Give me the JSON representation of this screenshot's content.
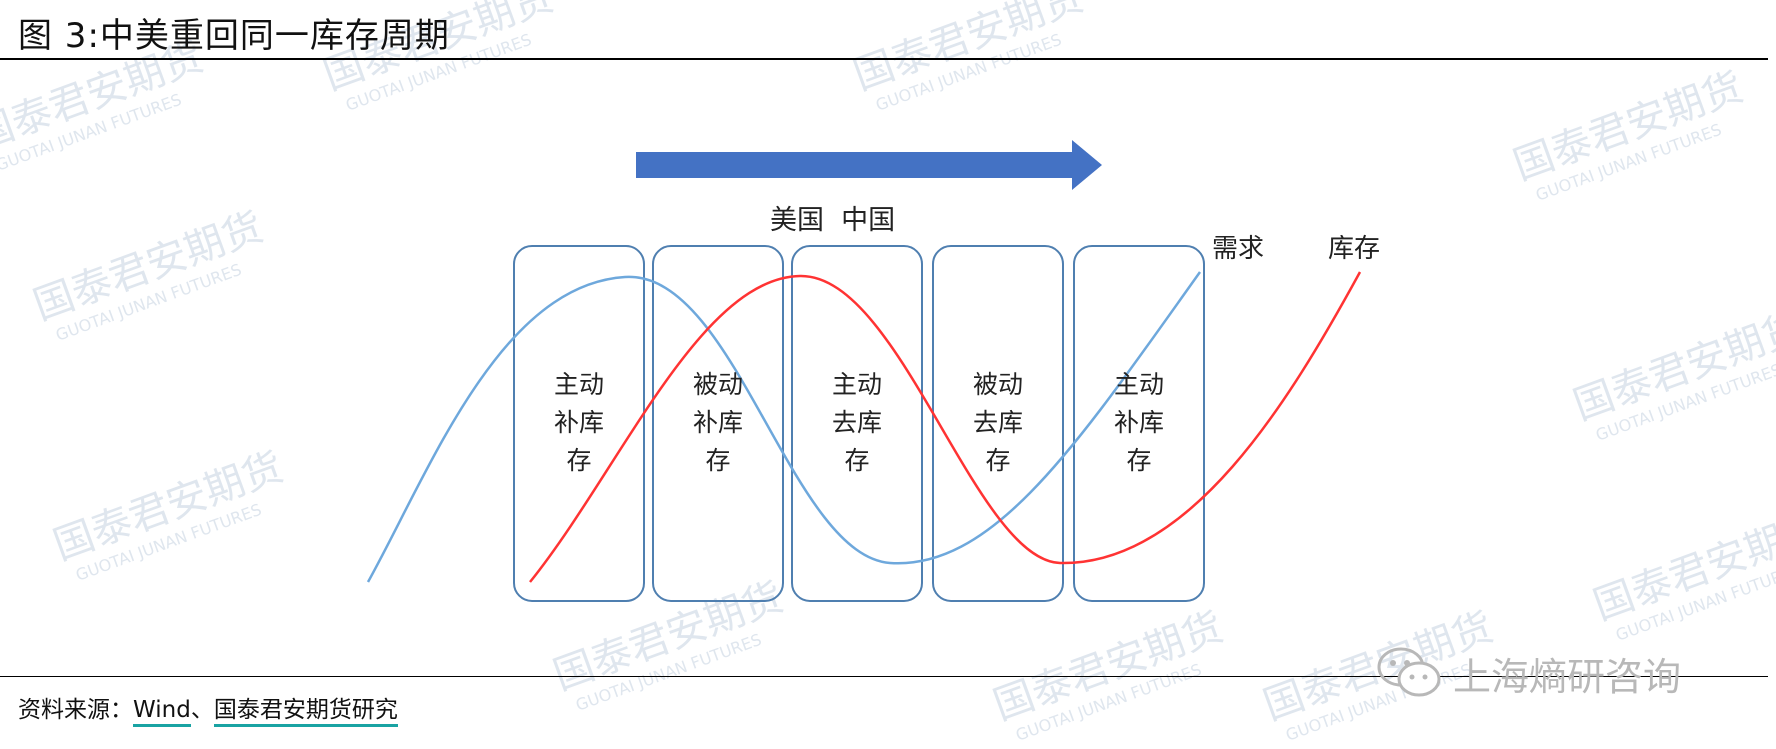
{
  "title": "图 3:中美重回同一库存周期",
  "arrow_label": "美国  中国",
  "legend": {
    "demand": "需求",
    "inventory": "库存"
  },
  "phases": [
    {
      "lines": [
        "主动",
        "补库",
        "存"
      ]
    },
    {
      "lines": [
        "被动",
        "补库",
        "存"
      ]
    },
    {
      "lines": [
        "主动",
        "去库",
        "存"
      ]
    },
    {
      "lines": [
        "被动",
        "去库",
        "存"
      ]
    },
    {
      "lines": [
        "主动",
        "补库",
        "存"
      ]
    }
  ],
  "source": {
    "prefix": "资料来源：",
    "wind": "Wind",
    "sep": "、",
    "org": "国泰君安期货研究"
  },
  "brand": "上海熵研咨询",
  "watermark": {
    "cn": "国泰君安期货",
    "en": "GUOTAI JUNAN FUTURES"
  },
  "colors": {
    "arrow": "#4472c4",
    "demand": "#6ea8dc",
    "inventory": "#ff3333",
    "box": "#4f7fb0",
    "watermark": "#dfe6ee"
  }
}
